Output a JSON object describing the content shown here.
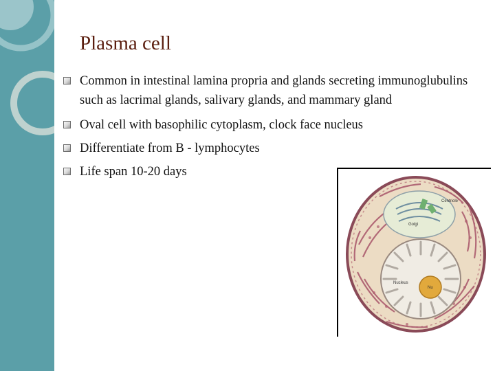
{
  "slide": {
    "title": "Plasma cell",
    "bullets": [
      "Common in intestinal lamina propria and glands secreting immunoglubulins such as lacrimal glands, salivary glands, and mammary gland",
      "Oval cell with basophilic cytoplasm, clock face nucleus",
      "Differentiate from B - lymphocytes",
      "Life span 10-20 days"
    ]
  },
  "figure": {
    "labels": {
      "centriole": "Centriole",
      "golgi": "Golgi",
      "nucleus": "Nucleus",
      "nucleolus": "Nu"
    }
  },
  "colors": {
    "sidebar": "#5b9fa8",
    "title": "#5a1d0e",
    "cell_outline": "#8a4a58",
    "cytoplasm": "#ecdcc4",
    "nucleus": "#f0ece4",
    "nucleolus": "#e2a93c"
  }
}
